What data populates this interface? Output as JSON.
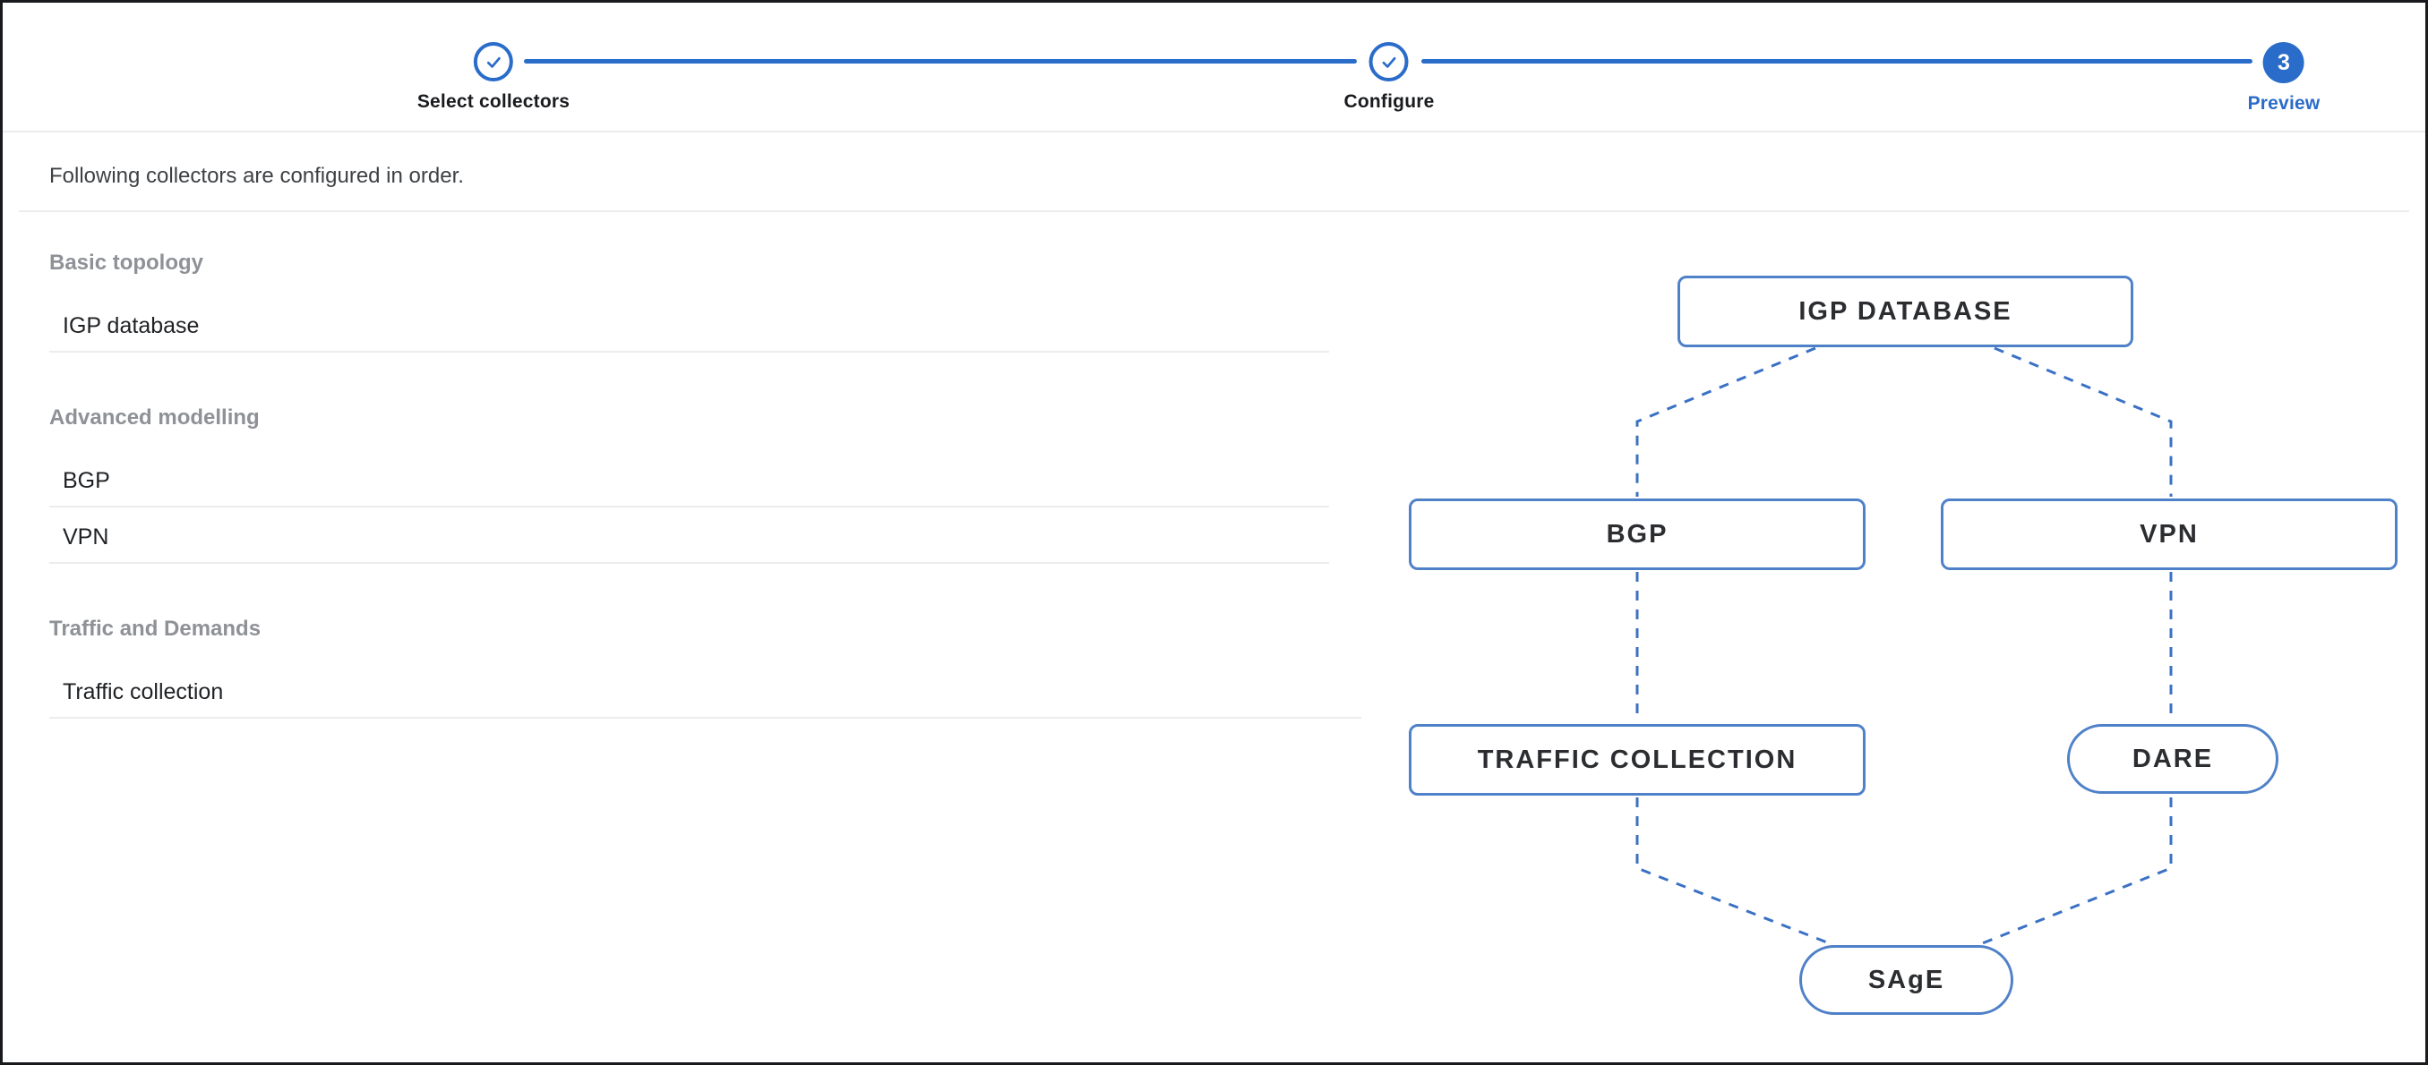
{
  "stepper": {
    "steps": [
      {
        "label": "Select collectors",
        "state": "done"
      },
      {
        "label": "Configure",
        "state": "done"
      },
      {
        "label": "Preview",
        "state": "active",
        "number": "3"
      }
    ]
  },
  "intro": "Following collectors are configured in order.",
  "collectors": {
    "sections": [
      {
        "header": "Basic topology",
        "items": [
          "IGP database"
        ]
      },
      {
        "header": "Advanced modelling",
        "items": [
          "BGP",
          "VPN"
        ]
      },
      {
        "header": "Traffic and Demands",
        "items": [
          "Traffic collection"
        ]
      }
    ]
  },
  "diagram": {
    "nodes": [
      {
        "id": "igp",
        "label": "IGP DATABASE",
        "shape": "rect"
      },
      {
        "id": "bgp",
        "label": "BGP",
        "shape": "rect"
      },
      {
        "id": "vpn",
        "label": "VPN",
        "shape": "rect"
      },
      {
        "id": "tc",
        "label": "TRAFFIC COLLECTION",
        "shape": "rect"
      },
      {
        "id": "dare",
        "label": "DARE",
        "shape": "pill"
      },
      {
        "id": "sage",
        "label": "SAgE",
        "shape": "pill"
      }
    ],
    "edges": [
      {
        "from": "igp",
        "to": "bgp"
      },
      {
        "from": "igp",
        "to": "vpn"
      },
      {
        "from": "bgp",
        "to": "tc"
      },
      {
        "from": "vpn",
        "to": "dare"
      },
      {
        "from": "tc",
        "to": "sage"
      },
      {
        "from": "dare",
        "to": "sage"
      }
    ]
  },
  "colors": {
    "stepper_blue": "#2a6cc9",
    "node_border_blue": "#4f81c8",
    "edge_blue": "#3b71c5"
  }
}
